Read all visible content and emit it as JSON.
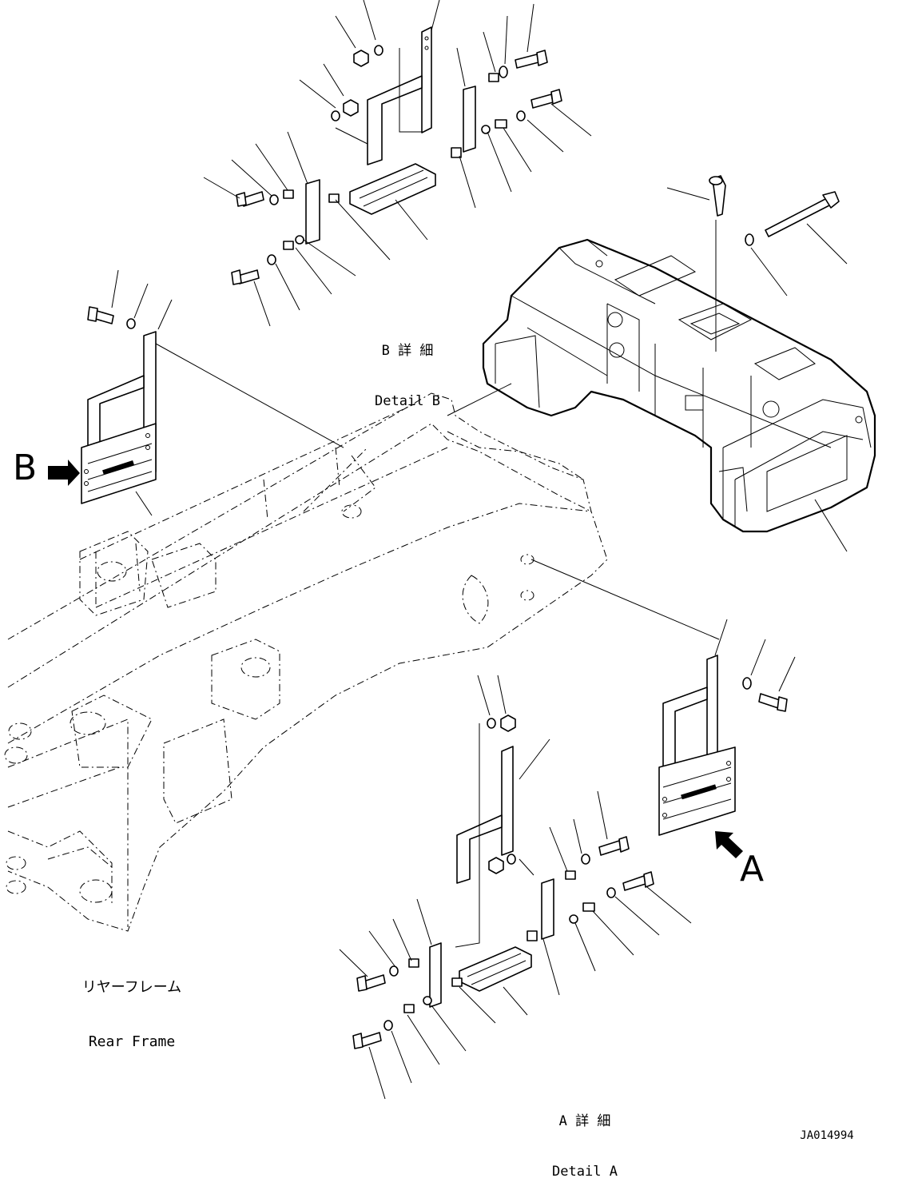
{
  "detail_b": {
    "jp": "B 詳 細",
    "en": "Detail B"
  },
  "detail_a": {
    "jp": "A 詳 細",
    "en": "Detail A"
  },
  "rear_frame": {
    "jp": "リヤーフレーム",
    "en": "Rear Frame"
  },
  "view_b": "B",
  "view_a": "A",
  "drawing_id": "JA014994"
}
